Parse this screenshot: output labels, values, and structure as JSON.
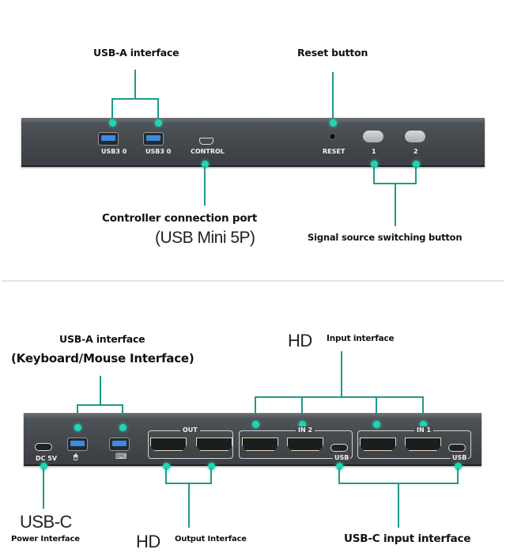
{
  "top_panel": {
    "callouts": {
      "usb_a": "USB-A interface",
      "reset": "Reset button",
      "controller": "Controller connection port",
      "controller_sub": "(USB Mini 5P)",
      "switching": "Signal source switching button"
    },
    "device_labels": {
      "usb1": "USB3 0",
      "usb2": "USB3 0",
      "control": "CONTROL",
      "reset": "RESET",
      "btn1": "1",
      "btn2": "2"
    }
  },
  "bottom_panel": {
    "callouts": {
      "usb_a": "USB-A interface",
      "usb_a_sub": "(Keyboard/Mouse Interface)",
      "hd_in_prefix": "HD",
      "hd_in": "Input interface",
      "usbc_power_big": "USB-C",
      "usbc_power": "Power Interface",
      "hd_out_prefix": "HD",
      "hd_out": "Output Interface",
      "usbc_input": "USB-C input interface"
    },
    "device_labels": {
      "dc": "DC 5V",
      "out": "OUT",
      "in2": "IN 2",
      "in1": "IN 1",
      "usb_in2": "USB",
      "usb_in1": "USB",
      "mouse_icon": "🖱",
      "keyboard_icon": "⌨"
    }
  },
  "colors": {
    "accent": "#1fd6b4",
    "leader_line": "#1e9a86",
    "device_body": "#43474b"
  }
}
